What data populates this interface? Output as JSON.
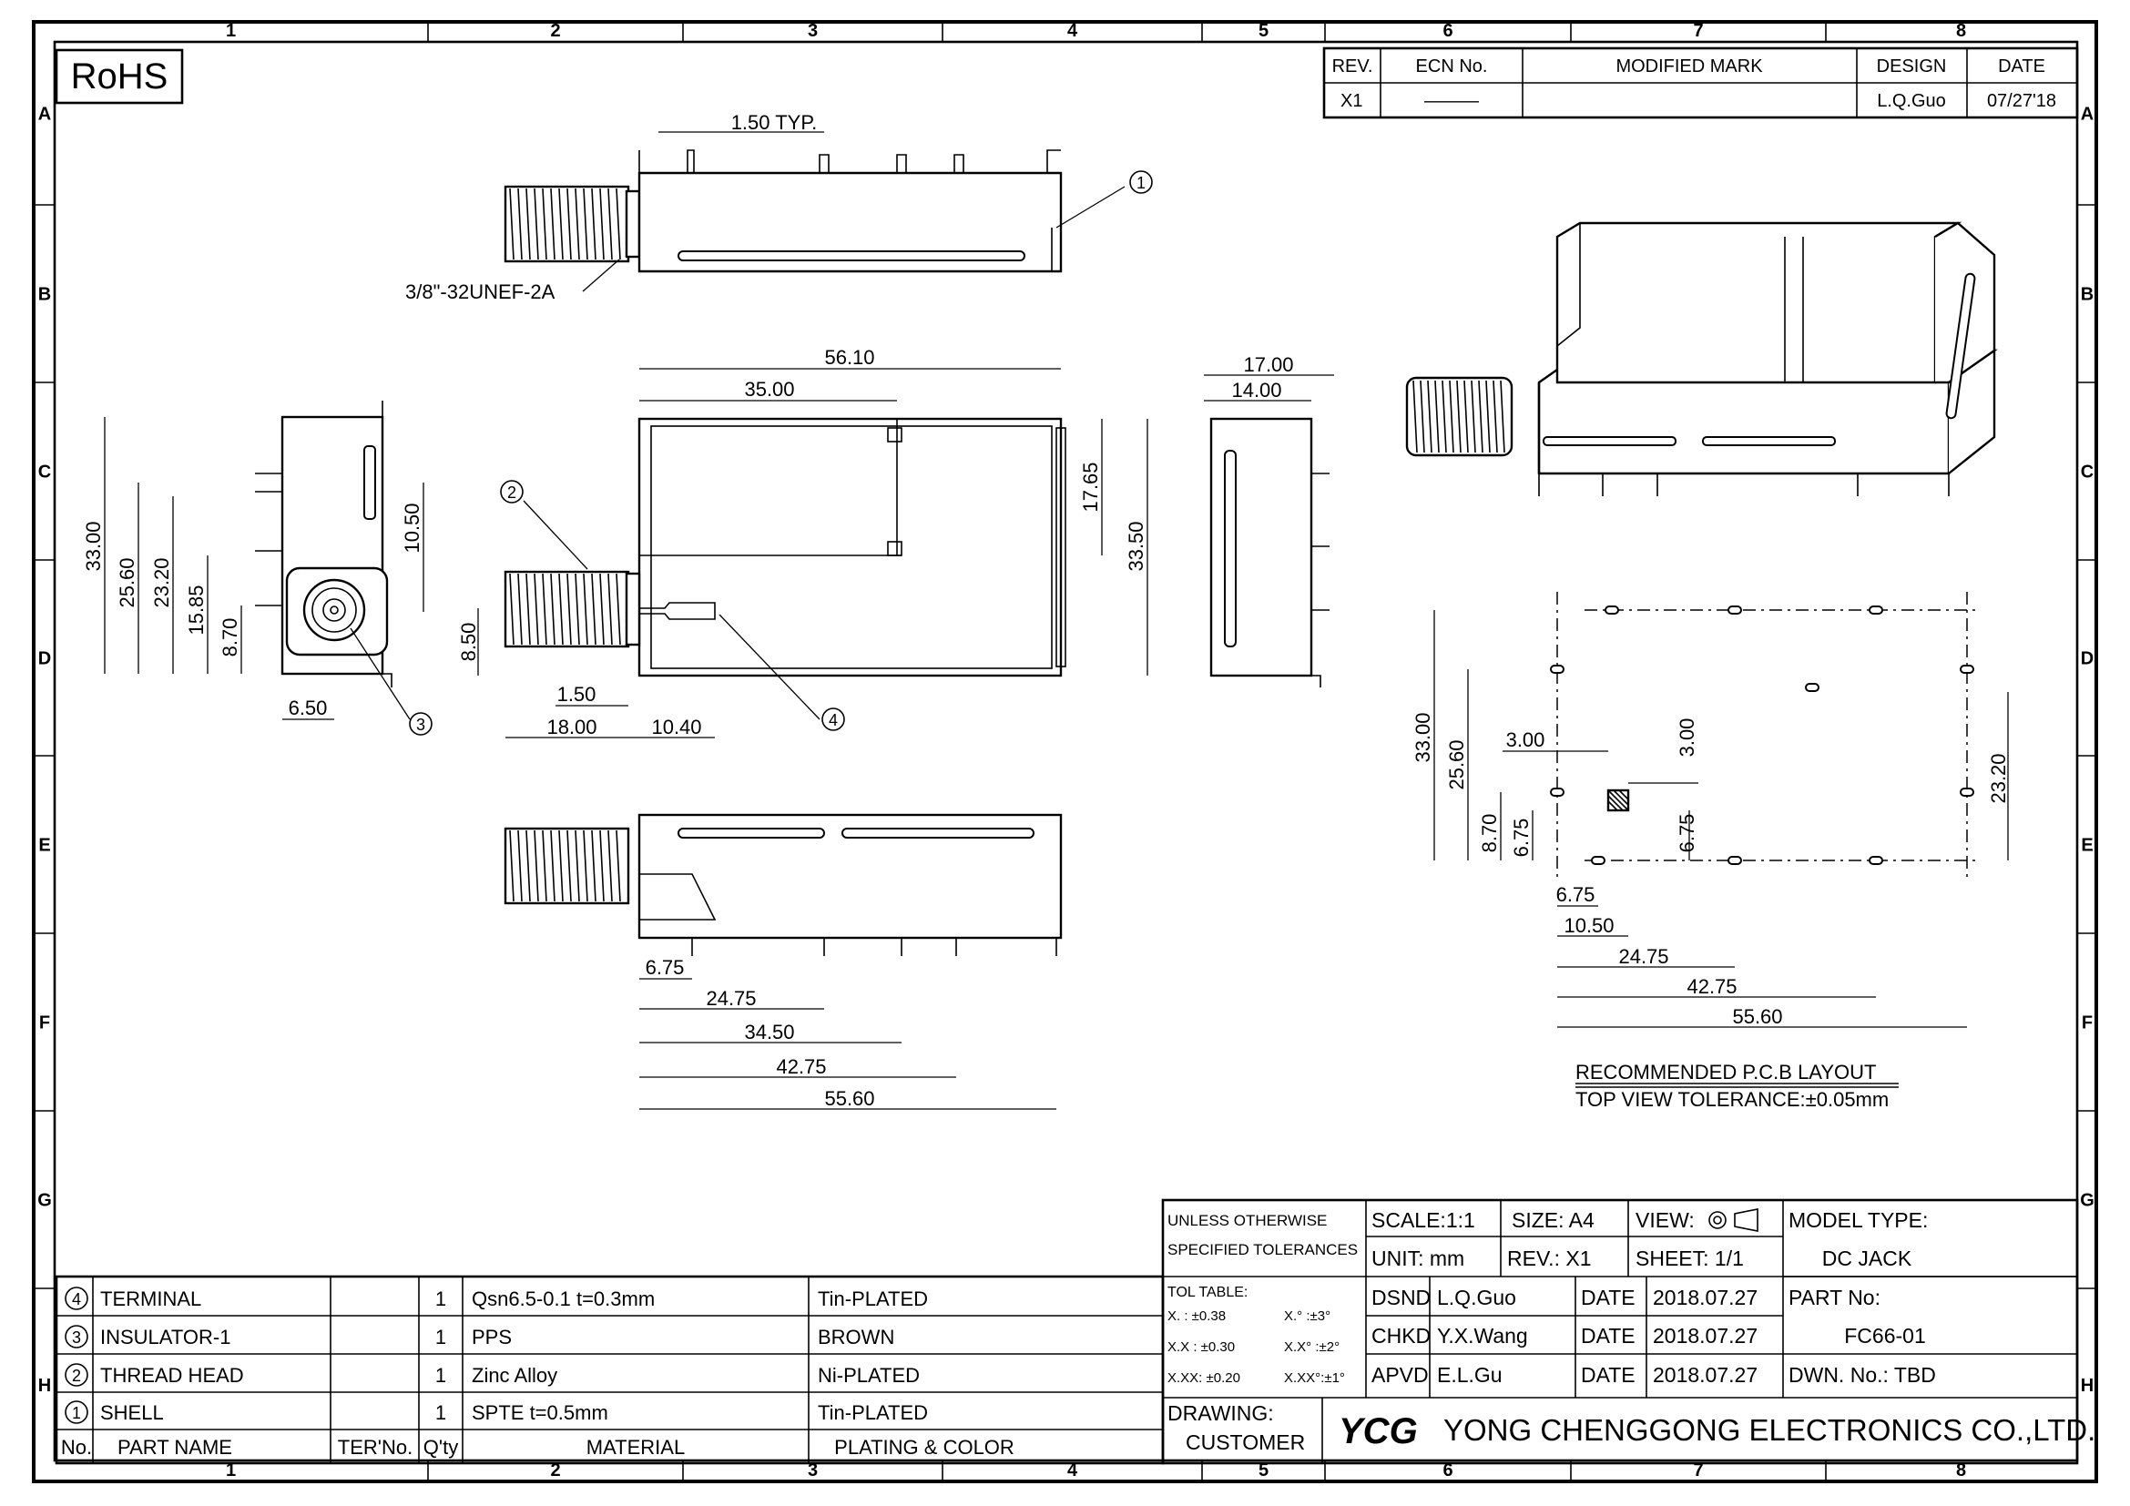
{
  "rohs": "RoHS",
  "grid": {
    "columns": [
      "1",
      "2",
      "3",
      "4",
      "5",
      "6",
      "7",
      "8"
    ],
    "rows": [
      "A",
      "B",
      "C",
      "D",
      "E",
      "F",
      "G",
      "H"
    ]
  },
  "revision": {
    "headers": [
      "REV.",
      "ECN No.",
      "MODIFIED MARK",
      "DESIGN",
      "DATE"
    ],
    "row": [
      "X1",
      "———",
      "",
      "L.Q.Guo",
      "07/27'18"
    ]
  },
  "views": {
    "top_dims": {
      "typ": "1.50 TYP.",
      "thread": "3/8\"-32UNEF-2A"
    },
    "front_dims": [
      "56.10",
      "35.00",
      "17.65",
      "33.50",
      "8.50",
      "1.50",
      "18.00",
      "10.40"
    ],
    "side_dims": [
      "33.00",
      "25.60",
      "23.20",
      "15.85",
      "8.70",
      "10.50",
      "6.50"
    ],
    "right_dims": [
      "17.00",
      "14.00"
    ],
    "bottom_dims": [
      "6.75",
      "24.75",
      "34.50",
      "42.75",
      "55.60"
    ],
    "pcb_dims": [
      "33.00",
      "25.60",
      "8.70",
      "6.75",
      "3.00",
      "3.00",
      "6.75",
      "23.20",
      "6.75",
      "10.50",
      "24.75",
      "42.75",
      "55.60"
    ],
    "balloons": [
      "1",
      "2",
      "3",
      "4"
    ]
  },
  "pcb_note": {
    "title": "RECOMMENDED P.C.B LAYOUT",
    "tolerance": "TOP VIEW TOLERANCE:±0.05mm"
  },
  "bom": {
    "headers": [
      "No.",
      "PART NAME",
      "TER'No.",
      "Q'ty",
      "MATERIAL",
      "PLATING & COLOR"
    ],
    "rows": [
      {
        "no": "4",
        "name": "TERMINAL",
        "ter": "",
        "qty": "1",
        "material": "Qsn6.5-0.1 t=0.3mm",
        "plating": "Tin-PLATED"
      },
      {
        "no": "3",
        "name": "INSULATOR-1",
        "ter": "",
        "qty": "1",
        "material": "PPS",
        "plating": "BROWN"
      },
      {
        "no": "2",
        "name": "THREAD HEAD",
        "ter": "",
        "qty": "1",
        "material": "Zinc Alloy",
        "plating": "Ni-PLATED"
      },
      {
        "no": "1",
        "name": "SHELL",
        "ter": "",
        "qty": "1",
        "material": "SPTE t=0.5mm",
        "plating": "Tin-PLATED"
      }
    ]
  },
  "title_block": {
    "tolerance_head": [
      "UNLESS OTHERWISE",
      "SPECIFIED TOLERANCES"
    ],
    "scale": "SCALE:1:1",
    "size": "SIZE: A4",
    "view": "VIEW:",
    "unit": "UNIT: mm",
    "rev": "REV.: X1",
    "sheet": "SHEET: 1/1",
    "tol_table": [
      "TOL TABLE:",
      "X. : ±0.38",
      "X.° :±3°",
      "X.X : ±0.30",
      "X.X° :±2°",
      "X.XX: ±0.20",
      "X.XX°:±1°"
    ],
    "dsnd_label": "DSND",
    "dsnd": "L.Q.Guo",
    "chkd_label": "CHKD",
    "chkd": "Y.X.Wang",
    "apvd_label": "APVD",
    "apvd": "E.L.Gu",
    "date_label": "DATE",
    "date": "2018.07.27",
    "model_type_label": "MODEL TYPE:",
    "model_type": "DC JACK",
    "part_no_label": "PART No:",
    "part_no": "FC66-01",
    "dwn_no": "DWN. No.: TBD",
    "drawing": "DRAWING:",
    "customer": "CUSTOMER",
    "logo": "YCG",
    "company": "YONG CHENGGONG ELECTRONICS CO.,LTD."
  }
}
